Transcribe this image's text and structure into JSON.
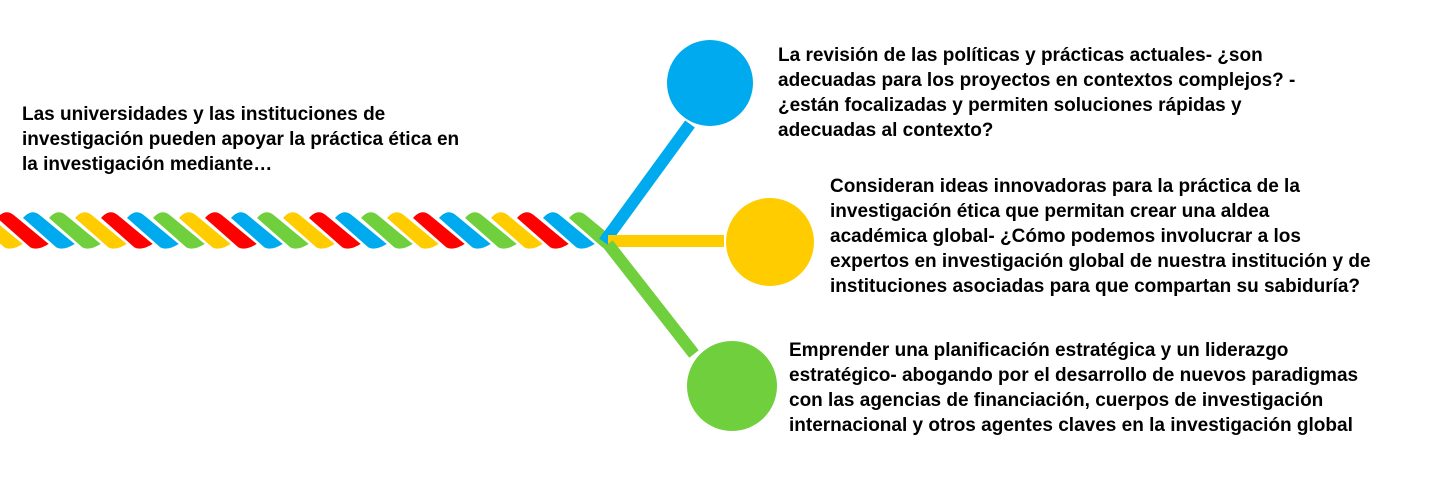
{
  "intro": {
    "lines": [
      "Las universidades y las instituciones de",
      "investigación pueden apoyar la práctica ética en",
      "la investigación mediante…"
    ]
  },
  "branches": [
    {
      "color": "#00aaee",
      "lines": [
        "La revisión de las políticas y prácticas actuales- ¿son",
        "adecuadas para los proyectos en contextos complejos? -",
        "¿están focalizadas y permiten soluciones rápidas y",
        "adecuadas al contexto?"
      ]
    },
    {
      "color": "#ffcc00",
      "lines": [
        "Consideran ideas innovadoras para la práctica de la",
        "investigación ética que permitan crear una aldea",
        "académica global- ¿Cómo podemos involucrar a los",
        "expertos en investigación global de nuestra institución y de",
        "instituciones asociadas para que compartan su sabiduría?"
      ]
    },
    {
      "color": "#70cf3c",
      "lines": [
        "Emprender una planificación estratégica y un liderazgo",
        "estratégico- abogando por el desarrollo de nuevos paradigmas",
        "con las agencias de financiación, cuerpos de investigación",
        "internacional y otros agentes claves en la investigación global"
      ]
    }
  ],
  "rope_colors": [
    "#ffcc00",
    "#ff0000",
    "#00aaee",
    "#70cf3c"
  ]
}
